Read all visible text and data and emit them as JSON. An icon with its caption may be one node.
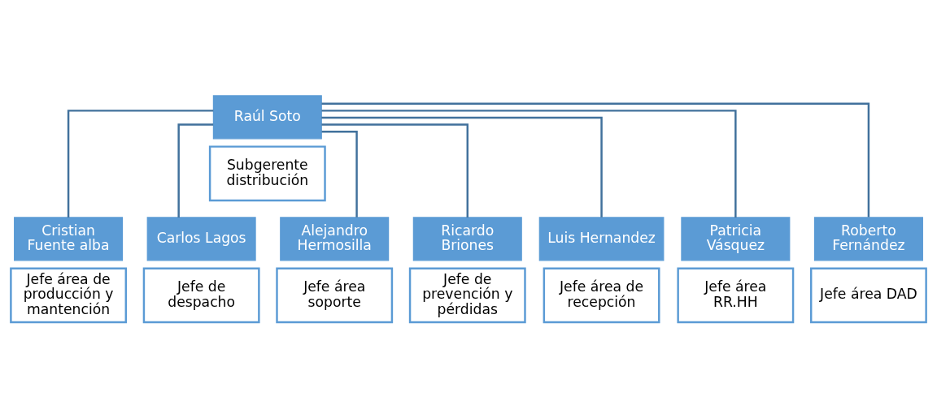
{
  "diagram": {
    "nodes": [
      {
        "text": [
          "Raúl Soto"
        ]
      },
      {
        "text": [
          "Subgerente distribución"
        ]
      },
      {
        "text": [
          "Cristian Fuente alba"
        ]
      },
      {
        "text": [
          "Jefe área de producción y mantención"
        ]
      },
      {
        "text": [
          "Carlos Lagos"
        ]
      },
      {
        "text": [
          "Jefe de despacho"
        ]
      },
      {
        "text": [
          "Alejandro Hermosilla"
        ]
      },
      {
        "text": [
          "Jefe área soporte"
        ]
      },
      {
        "text": [
          "Ricardo Briones"
        ]
      },
      {
        "text": [
          "Jefe de prevención y pérdidas"
        ]
      },
      {
        "text": [
          "Luis Hernandez"
        ]
      },
      {
        "text": [
          "Jefe área de recepción"
        ]
      },
      {
        "text": [
          "Patricia Vásquez"
        ]
      },
      {
        "text": [
          "Jefe área RR.HH"
        ]
      },
      {
        "text": [
          "Roberto Fernández"
        ]
      },
      {
        "text": [
          "Jefe área DAD"
        ]
      }
    ],
    "edges": [
      {
        "from": 0,
        "to": 2,
        "arrow": "none"
      },
      {
        "from": 0,
        "to": 4,
        "arrow": "none"
      },
      {
        "from": 0,
        "to": 6,
        "arrow": "none"
      },
      {
        "from": 0,
        "to": 8,
        "arrow": "none"
      },
      {
        "from": 0,
        "to": 10,
        "arrow": "none"
      },
      {
        "from": 0,
        "to": 12,
        "arrow": "none"
      },
      {
        "from": 0,
        "to": 14,
        "arrow": "none"
      }
    ]
  }
}
